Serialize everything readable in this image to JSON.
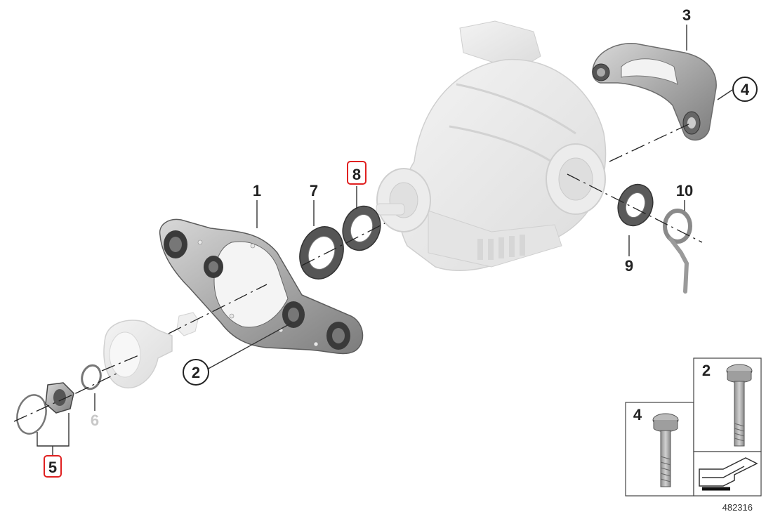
{
  "callouts": {
    "c1": "1",
    "c2": "2",
    "c3": "3",
    "c4": "4",
    "c5": "5",
    "c6": "6",
    "c7": "7",
    "c8": "8",
    "c9": "9",
    "c10": "10"
  },
  "inset": {
    "bolt_long_label": "2",
    "bolt_short_label": "4"
  },
  "diagram_number": "482316",
  "highlighted_callouts": [
    "8",
    "5"
  ],
  "colors": {
    "highlight": "#e02020",
    "part_dark": "#8a8a8a",
    "part_light": "#e6e6e6"
  }
}
